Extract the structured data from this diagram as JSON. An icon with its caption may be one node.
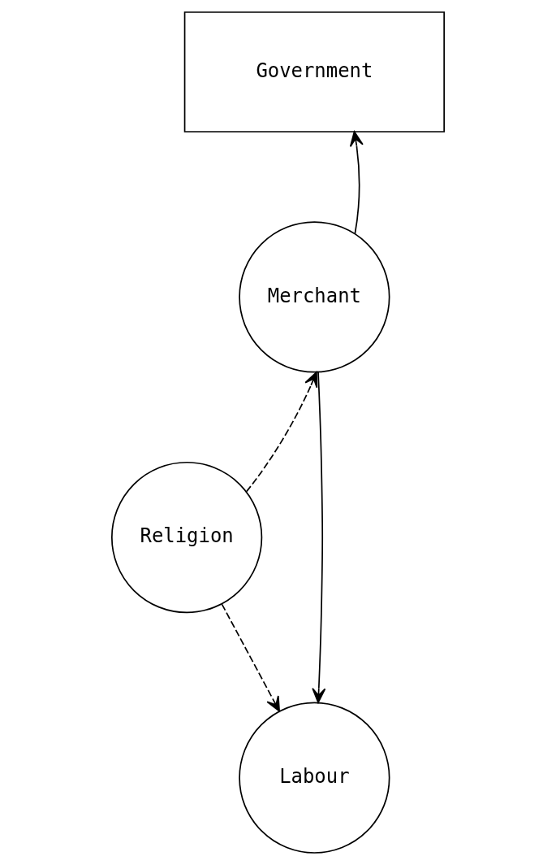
{
  "diagram": {
    "nodes": [
      {
        "text": [
          "Government"
        ]
      },
      {
        "text": [
          "Merchant"
        ]
      },
      {
        "text": [
          "Religion"
        ]
      },
      {
        "text": [
          "Labour"
        ]
      }
    ],
    "edges": [
      {
        "from": 1,
        "to": 0,
        "arrow": "to"
      },
      {
        "from": 1,
        "to": 3,
        "arrow": "to"
      },
      {
        "from": 2,
        "to": 1,
        "arrow": "to",
        "style": "dashed"
      },
      {
        "from": 2,
        "to": 3,
        "arrow": "to",
        "style": "dashed"
      }
    ]
  }
}
